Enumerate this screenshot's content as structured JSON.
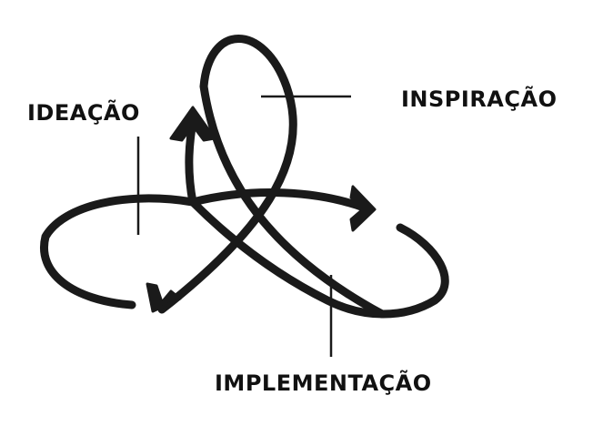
{
  "labels": {
    "ideacao": "IDEAÇÃO",
    "inspiracao": "INSPIRAÇÃO",
    "implementacao": "IMPLEMENTAÇÃO"
  },
  "colors": {
    "stroke": "#1a1a1a",
    "text": "#111111",
    "background": "#ffffff"
  }
}
